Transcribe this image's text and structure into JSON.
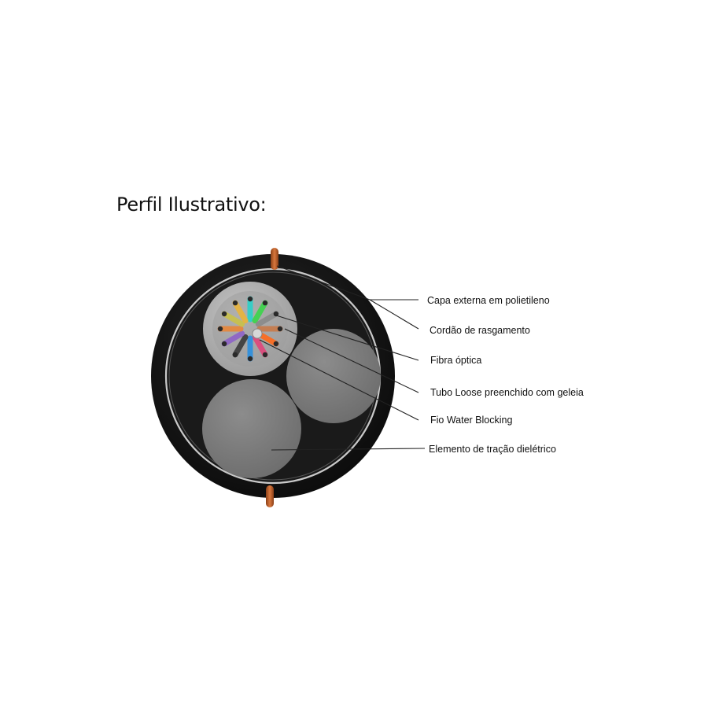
{
  "title": "Perfil Ilustrativo:",
  "labels": {
    "outer_jacket": "Capa externa em polietileno",
    "ripcord": "Cordão de rasgamento",
    "optical_fiber": "Fibra óptica",
    "loose_tube": "Tubo Loose preenchido com geleia",
    "water_blocking": "Fio Water Blocking",
    "strength_member": "Elemento de tração dielétrico"
  },
  "colors": {
    "jacket": "#141414",
    "inner_ring": "#bdbdbd",
    "loose_tube": "#a9a9a9",
    "strength_member": "#7f7f7f",
    "ripcord": "#c8642a"
  },
  "fiber_colors": [
    "#2ad1c9",
    "#3bd64a",
    "#8a8a8a",
    "#c87a4a",
    "#ff6a1a",
    "#e0457a",
    "#2b8fe0",
    "#3a3a3a",
    "#8e62c9",
    "#e8863a",
    "#c9c24a",
    "#e9b43a"
  ]
}
